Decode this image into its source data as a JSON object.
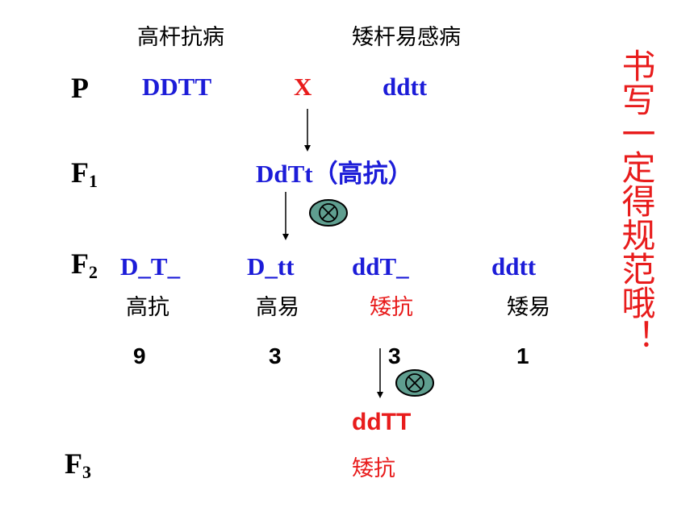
{
  "headers": {
    "left": "高杆抗病",
    "right": "矮杆易感病"
  },
  "gen_labels": {
    "p": "P",
    "f1_base": "F",
    "f1_sub": "1",
    "f2_base": "F",
    "f2_sub": "2",
    "f3_base": "F",
    "f3_sub": "3"
  },
  "parents": {
    "left": "DDTT",
    "cross": "X",
    "right": "ddtt"
  },
  "f1": {
    "genotype": "DdTt（高抗）"
  },
  "f2": {
    "genotypes": [
      "D_T_",
      "D_tt",
      "ddT_",
      "ddtt"
    ],
    "phenotypes": [
      "高抗",
      "高易",
      "矮抗",
      "矮易"
    ],
    "ratios": [
      "9",
      "3",
      "3",
      "1"
    ]
  },
  "f3": {
    "genotype": "ddTT",
    "phenotype": "矮抗"
  },
  "note": "书写一定得规范哦！",
  "colors": {
    "blue": "#1c1cd8",
    "red": "#e81c1c",
    "selfing_fill": "#5f9e8f"
  }
}
